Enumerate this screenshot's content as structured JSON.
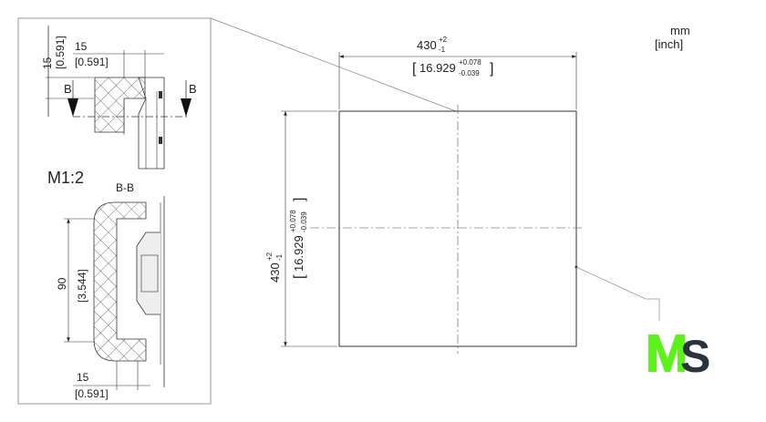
{
  "units": {
    "primary": "mm",
    "secondary": "[inch]"
  },
  "detail": {
    "scale_label": "M1:2",
    "section_marker": "B",
    "section_title": "B-B",
    "top_vertical_dim": {
      "mm": "15",
      "inch": "[0.591]"
    },
    "top_horizontal_dim": {
      "mm": "15",
      "inch": "[0.591]"
    },
    "section_height_dim": {
      "mm": "90",
      "inch": "[3.544]"
    },
    "section_bottom_dim": {
      "mm": "15",
      "inch": "[0.591]"
    }
  },
  "main": {
    "width_dim": {
      "mm": "430",
      "tol_upper": "+2",
      "tol_lower": "-1",
      "inch": "16.929",
      "inch_tol_upper": "+0.078",
      "inch_tol_lower": "-0.039"
    },
    "height_dim": {
      "mm": "430",
      "tol_upper": "+2",
      "tol_lower": "-1",
      "inch": "16.929",
      "inch_tol_upper": "+0.078",
      "inch_tol_lower": "-0.039"
    }
  },
  "logo": {
    "text": "MS",
    "colors": {
      "m": "#5ef21c",
      "s": "#2b3340"
    }
  }
}
